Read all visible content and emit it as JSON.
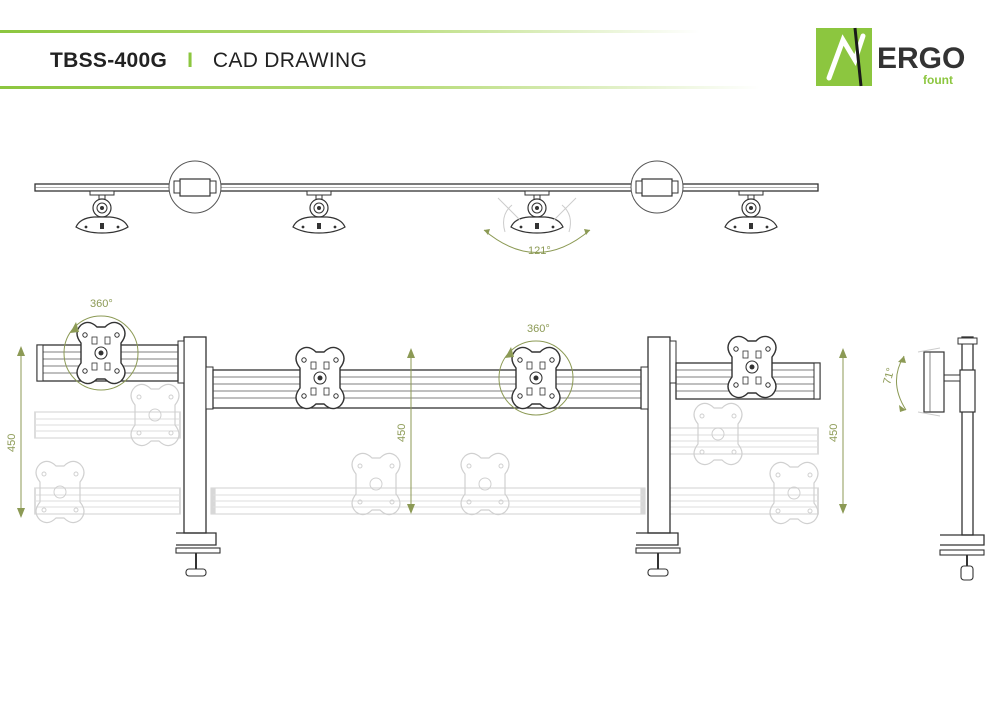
{
  "header": {
    "model": "TBSS-400G",
    "separator": "I",
    "doc_type": "CAD DRAWING"
  },
  "logo": {
    "brand": "ERGO",
    "sub": "fount"
  },
  "dimensions": {
    "tilt_angle_top": "121°",
    "rotation_left": "360°",
    "rotation_mid": "360°",
    "height_left": "450",
    "height_mid": "450",
    "height_right": "450",
    "tilt_side": "71°"
  },
  "colors": {
    "accent": "#8cc63f",
    "dimension": "#8c9a55",
    "line": "#333333",
    "ghost": "#d5d5d5"
  }
}
